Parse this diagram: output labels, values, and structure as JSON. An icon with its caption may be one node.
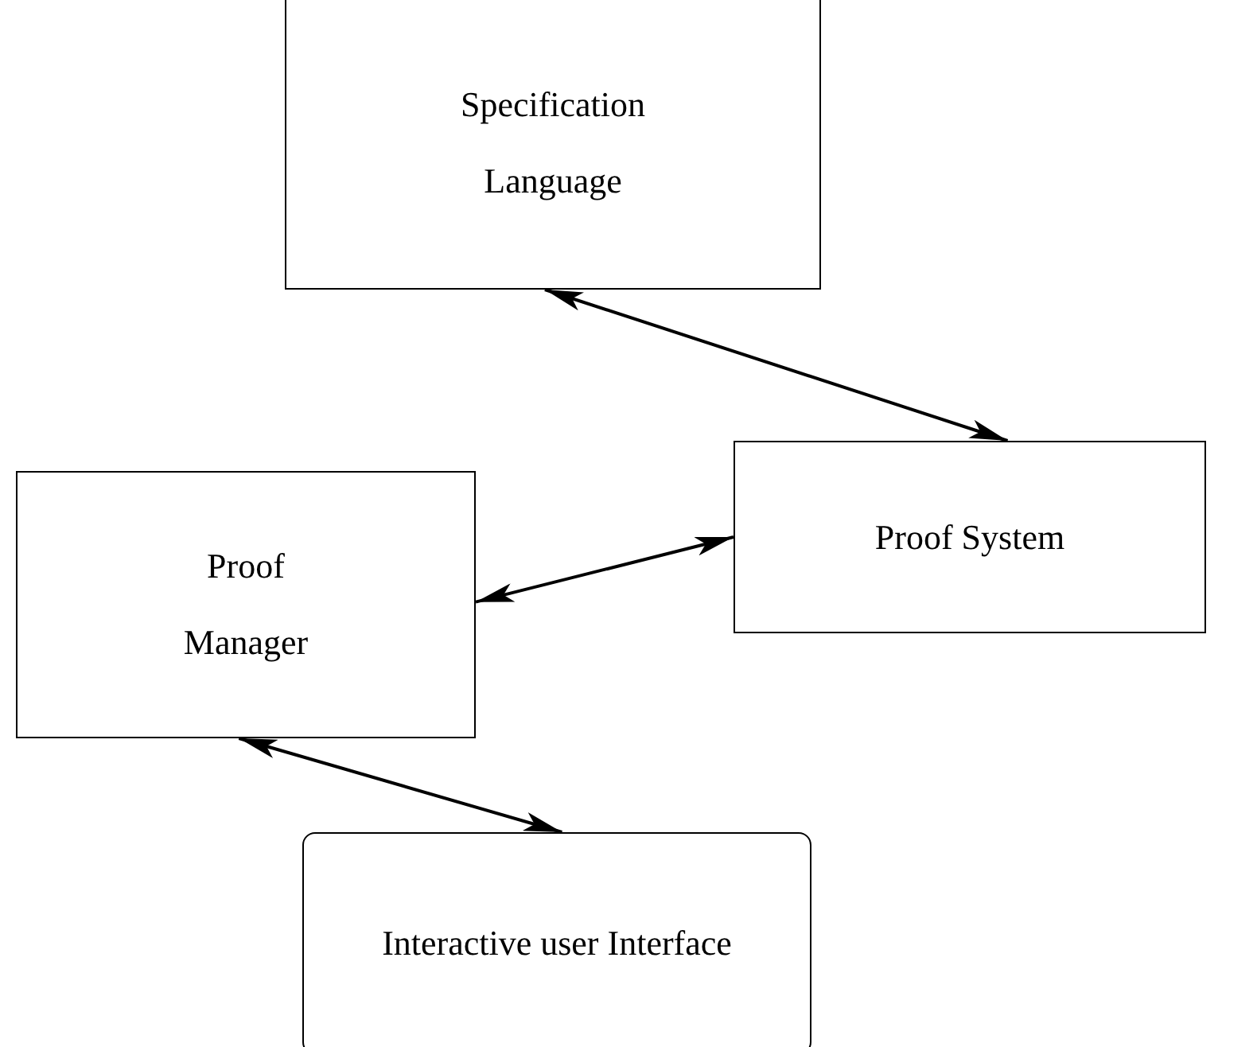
{
  "diagram": {
    "nodes": [
      {
        "text": [
          "Specification Language"
        ]
      },
      {
        "text": [
          "Proof System"
        ]
      },
      {
        "text": [
          "Proof Manager"
        ]
      },
      {
        "text": [
          "Interactive user Interface"
        ]
      }
    ],
    "edges": [
      {
        "from": 0,
        "to": 1,
        "arrow": "both"
      },
      {
        "from": 2,
        "to": 1,
        "arrow": "both"
      },
      {
        "from": 2,
        "to": 3,
        "arrow": "both"
      }
    ]
  }
}
